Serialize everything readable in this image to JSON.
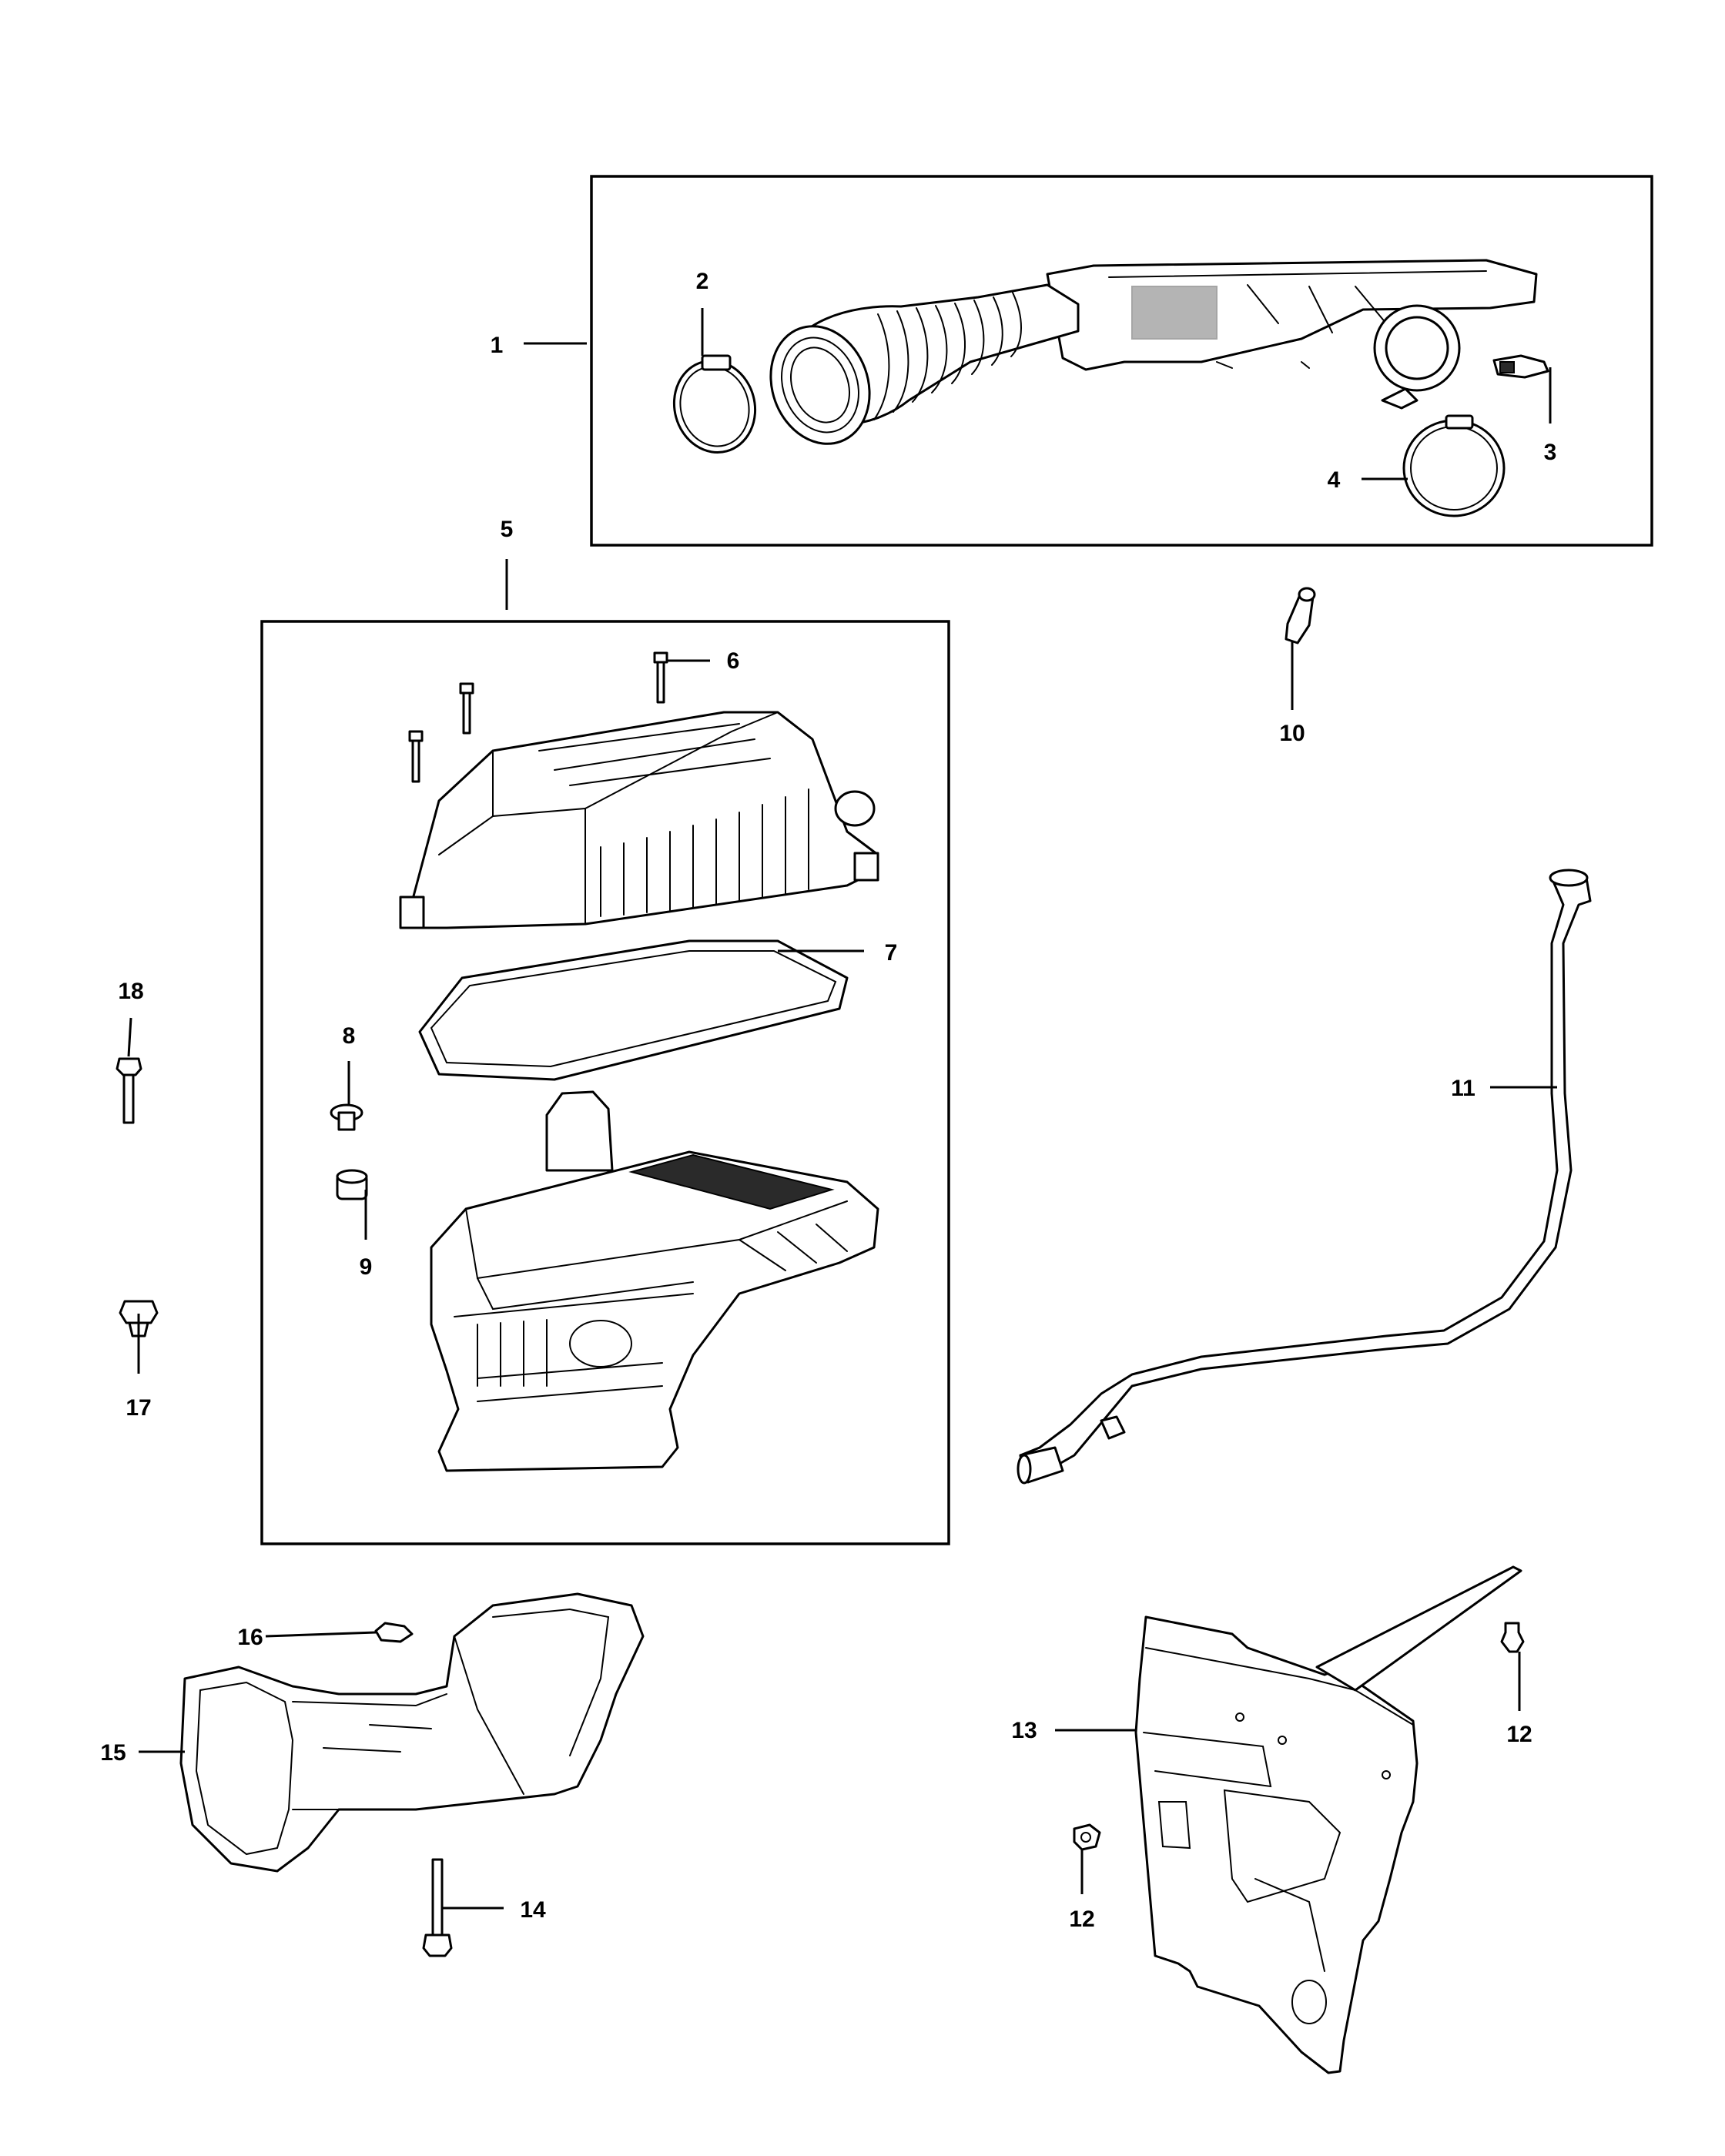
{
  "callouts": {
    "c1": "1",
    "c2": "2",
    "c3": "3",
    "c4": "4",
    "c5": "5",
    "c6": "6",
    "c7": "7",
    "c8": "8",
    "c9": "9",
    "c10": "10",
    "c11": "11",
    "c12a": "12",
    "c12b": "12",
    "c13": "13",
    "c14": "14",
    "c15": "15",
    "c16": "16",
    "c17": "17",
    "c18": "18"
  },
  "colors": {
    "line": "#000000",
    "background": "#ffffff",
    "filter_media": "#2a2a2a"
  }
}
